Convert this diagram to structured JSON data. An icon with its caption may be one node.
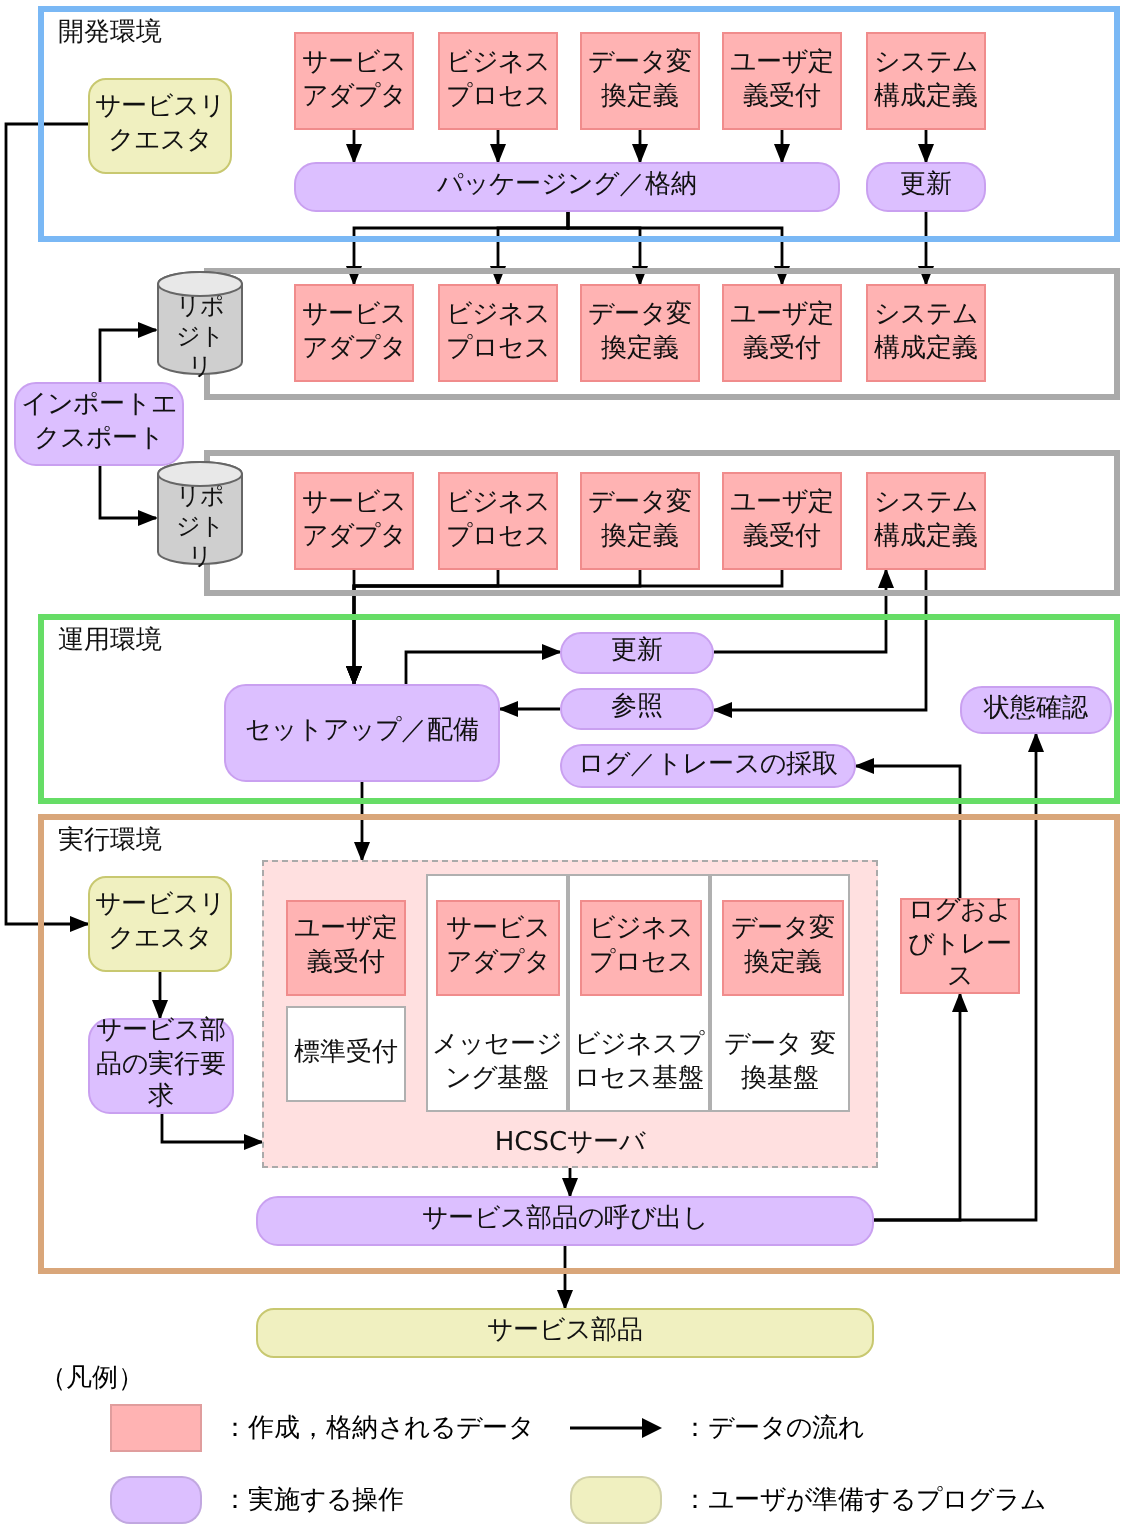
{
  "diagram": {
    "nodes": [
      {
        "text": [
          "開発環境"
        ]
      },
      {
        "text": [
          "サービスリクエスタ"
        ],
        "in": 0
      },
      {
        "text": [
          "サービスアダプタ"
        ],
        "in": 0
      },
      {
        "text": [
          "ビジネスプロセス"
        ],
        "in": 0
      },
      {
        "text": [
          "データ変換定義"
        ],
        "in": 0
      },
      {
        "text": [
          "ユーザ定義受付"
        ],
        "in": 0
      },
      {
        "text": [
          "システム構成定義"
        ],
        "in": 0
      },
      {
        "text": [
          "パッケージング／格納"
        ],
        "in": 0
      },
      {
        "text": [
          "更新"
        ],
        "in": 0
      },
      {
        "text": [],
        "shape": "box"
      },
      {
        "text": [
          "リポジトリ"
        ]
      },
      {
        "text": [
          "サービスアダプタ"
        ],
        "in": 9
      },
      {
        "text": [
          "ビジネスプロセス"
        ],
        "in": 9
      },
      {
        "text": [
          "データ変換定義"
        ],
        "in": 9
      },
      {
        "text": [
          "ユーザ定義受付"
        ],
        "in": 9
      },
      {
        "text": [
          "システム構成定義"
        ],
        "in": 9
      },
      {
        "text": [
          "インポートエクスポート"
        ]
      },
      {
        "text": [],
        "shape": "box"
      },
      {
        "text": [
          "リポジトリ"
        ]
      },
      {
        "text": [
          "サービスアダプタ"
        ],
        "in": 17
      },
      {
        "text": [
          "ビジネスプロセス"
        ],
        "in": 17
      },
      {
        "text": [
          "データ変換定義"
        ],
        "in": 17
      },
      {
        "text": [
          "ユーザ定義受付"
        ],
        "in": 17
      },
      {
        "text": [
          "システム構成定義"
        ],
        "in": 17
      },
      {
        "text": [
          "運用環境"
        ]
      },
      {
        "text": [
          "更新"
        ],
        "in": 24
      },
      {
        "text": [
          "セットアップ／配備"
        ],
        "in": 24
      },
      {
        "text": [
          "参照"
        ],
        "in": 24
      },
      {
        "text": [
          "状態確認"
        ],
        "in": 24
      },
      {
        "text": [
          "ログ／トレースの採取"
        ],
        "in": 24
      },
      {
        "text": [
          "実行環境"
        ]
      },
      {
        "text": [
          "サービスリクエスタ"
        ],
        "in": 30
      },
      {
        "text": [
          "HCSCサーバ"
        ],
        "in": 30
      },
      {
        "text": [
          "ユーザ定義受付"
        ],
        "in": 32
      },
      {
        "text": [
          "標準受付"
        ],
        "in": 32
      },
      {
        "text": [
          "メッセージング基盤"
        ],
        "in": 32
      },
      {
        "text": [
          "サービスアダプタ"
        ],
        "in": 35
      },
      {
        "text": [
          "ビジネスプロセス基盤"
        ],
        "in": 32
      },
      {
        "text": [
          "ビジネスプロセス"
        ],
        "in": 37
      },
      {
        "text": [
          "データ 変換基盤"
        ],
        "in": 32
      },
      {
        "text": [
          "データ変換定義"
        ],
        "in": 39
      },
      {
        "text": [
          "ログおよびトレース"
        ],
        "in": 30
      },
      {
        "text": [
          "サービス部品の実行要求"
        ],
        "in": 30
      },
      {
        "text": [
          "サービス部品の呼び出し"
        ],
        "in": 30
      },
      {
        "text": [
          "サービス部品"
        ]
      }
    ],
    "edges": [
      {
        "from": 2,
        "to": 7,
        "arrow": "to"
      },
      {
        "from": 3,
        "to": 7,
        "arrow": "to"
      },
      {
        "from": 4,
        "to": 7,
        "arrow": "to"
      },
      {
        "from": 5,
        "to": 7,
        "arrow": "to"
      },
      {
        "from": 6,
        "to": 8,
        "arrow": "to"
      },
      {
        "from": 7,
        "to": 11,
        "arrow": "to"
      },
      {
        "from": 7,
        "to": 12,
        "arrow": "to"
      },
      {
        "from": 7,
        "to": 13,
        "arrow": "to"
      },
      {
        "from": 7,
        "to": 14,
        "arrow": "to"
      },
      {
        "from": 8,
        "to": 15,
        "arrow": "to"
      },
      {
        "from": 16,
        "to": 10,
        "arrow": "to"
      },
      {
        "from": 16,
        "to": 18,
        "arrow": "to"
      },
      {
        "from": 19,
        "to": 26,
        "arrow": "to"
      },
      {
        "from": 20,
        "to": 26,
        "arrow": "to"
      },
      {
        "from": 21,
        "to": 26,
        "arrow": "to"
      },
      {
        "from": 22,
        "to": 26,
        "arrow": "to"
      },
      {
        "from": 26,
        "to": 25,
        "arrow": "to"
      },
      {
        "from": 25,
        "to": 23,
        "arrow": "to"
      },
      {
        "from": 23,
        "to": 27,
        "arrow": "to"
      },
      {
        "from": 27,
        "to": 26,
        "arrow": "to"
      },
      {
        "from": 26,
        "to": 32,
        "arrow": "to"
      },
      {
        "from": 41,
        "to": 29,
        "arrow": "to"
      },
      {
        "from": 43,
        "to": 41,
        "arrow": "to"
      },
      {
        "from": 43,
        "to": 28,
        "arrow": "to"
      },
      {
        "from": 1,
        "to": 31,
        "arrow": "to"
      },
      {
        "from": 31,
        "to": 42,
        "arrow": "to"
      },
      {
        "from": 42,
        "to": 32,
        "arrow": "to"
      },
      {
        "from": 32,
        "to": 43,
        "arrow": "to"
      },
      {
        "from": 43,
        "to": 44,
        "arrow": "to"
      }
    ],
    "labels": [
      "（凡例）"
    ],
    "legend": [
      {
        "text": "：作成，格納されるデータ",
        "color": "#ffb3b3"
      },
      {
        "text": "：データの流れ"
      },
      {
        "text": "：実施する操作",
        "color": "#dcbfff"
      },
      {
        "text": "：ユーザが準備するプログラム",
        "color": "#f0f0c0"
      }
    ]
  }
}
